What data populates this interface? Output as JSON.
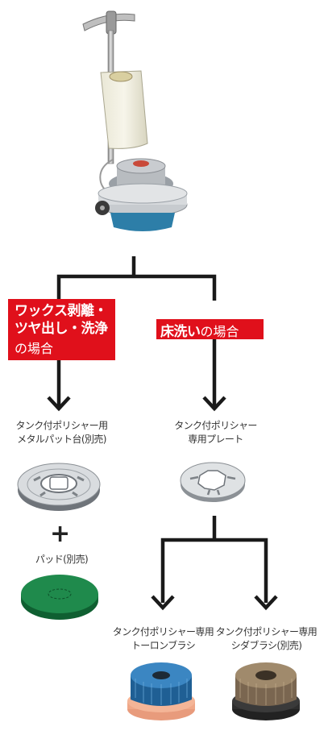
{
  "labels": {
    "left_heading_line1": "ワックス剥離・",
    "left_heading_line2": "ツヤ出し・洗浄",
    "left_heading_line3": "の場合",
    "right_heading_bold": "床洗い",
    "right_heading_rest": "の場合",
    "left_product_line1": "タンク付ポリシャー用",
    "left_product_line2": "メタルパット台(別売)",
    "right_product_line1": "タンク付ポリシャー",
    "right_product_line2": "専用プレート",
    "plus_sign": "+",
    "pad_label": "パッド(別売)",
    "brush1_line1": "タンク付ポリシャー専用",
    "brush1_line2": "トーロンブラシ",
    "brush2_line1": "タンク付ポリシャー専用",
    "brush2_line2": "シダブラシ(別売)"
  },
  "colors": {
    "accent_red": "#e0101b",
    "pad_green": "#1f8a4c",
    "torlon_blue": "#2a6fa8",
    "brush_base_orange": "#f0a888",
    "shida_brown": "#8a7358"
  },
  "icons": {
    "machine": "floor-polisher-with-tank",
    "metal_pad_holder": "pad-holder-disc",
    "plate": "plate-disc",
    "pad": "green-pad",
    "torlon_brush": "blue-brush",
    "shida_brush": "brown-brush"
  }
}
